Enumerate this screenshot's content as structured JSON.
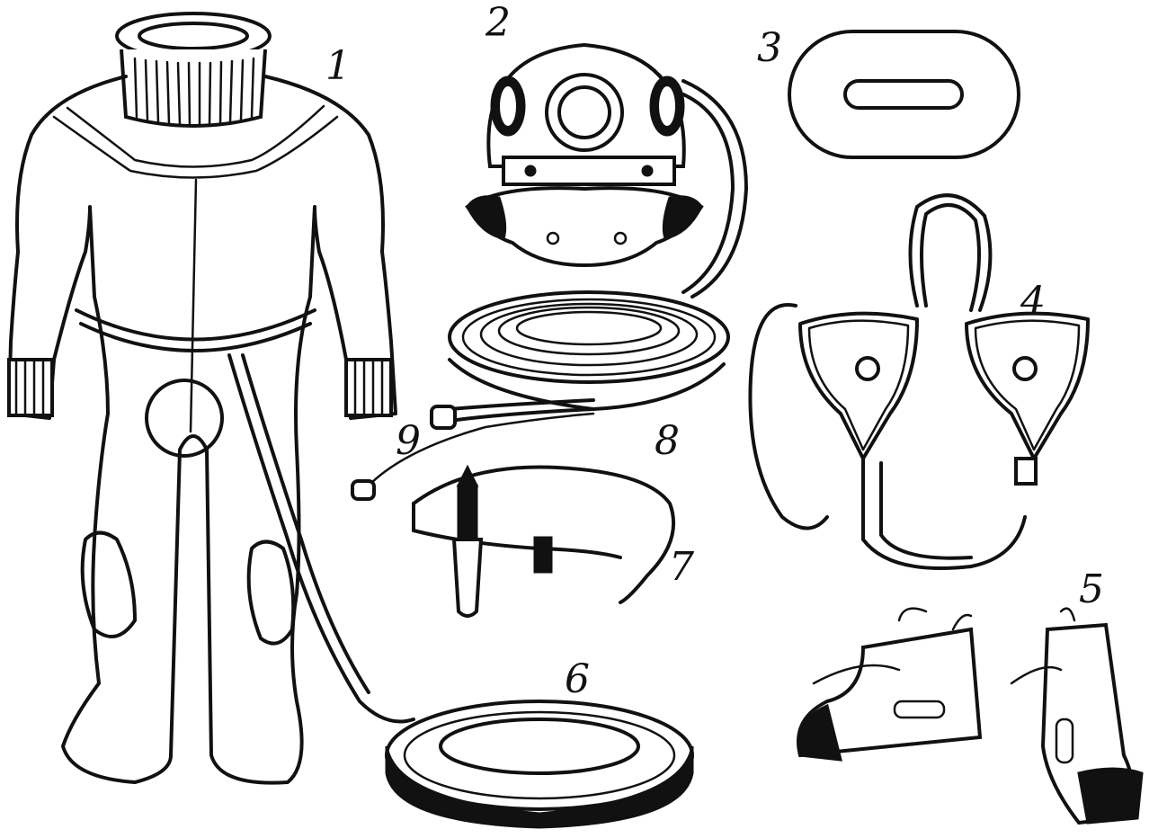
{
  "labels": {
    "suit": "1",
    "helmet": "2",
    "collar_gasket": "3",
    "weights": "4",
    "boots": "5",
    "signal_rope": "6",
    "belt_knife": "7",
    "air_hose": "8",
    "phone_cable": "9"
  }
}
